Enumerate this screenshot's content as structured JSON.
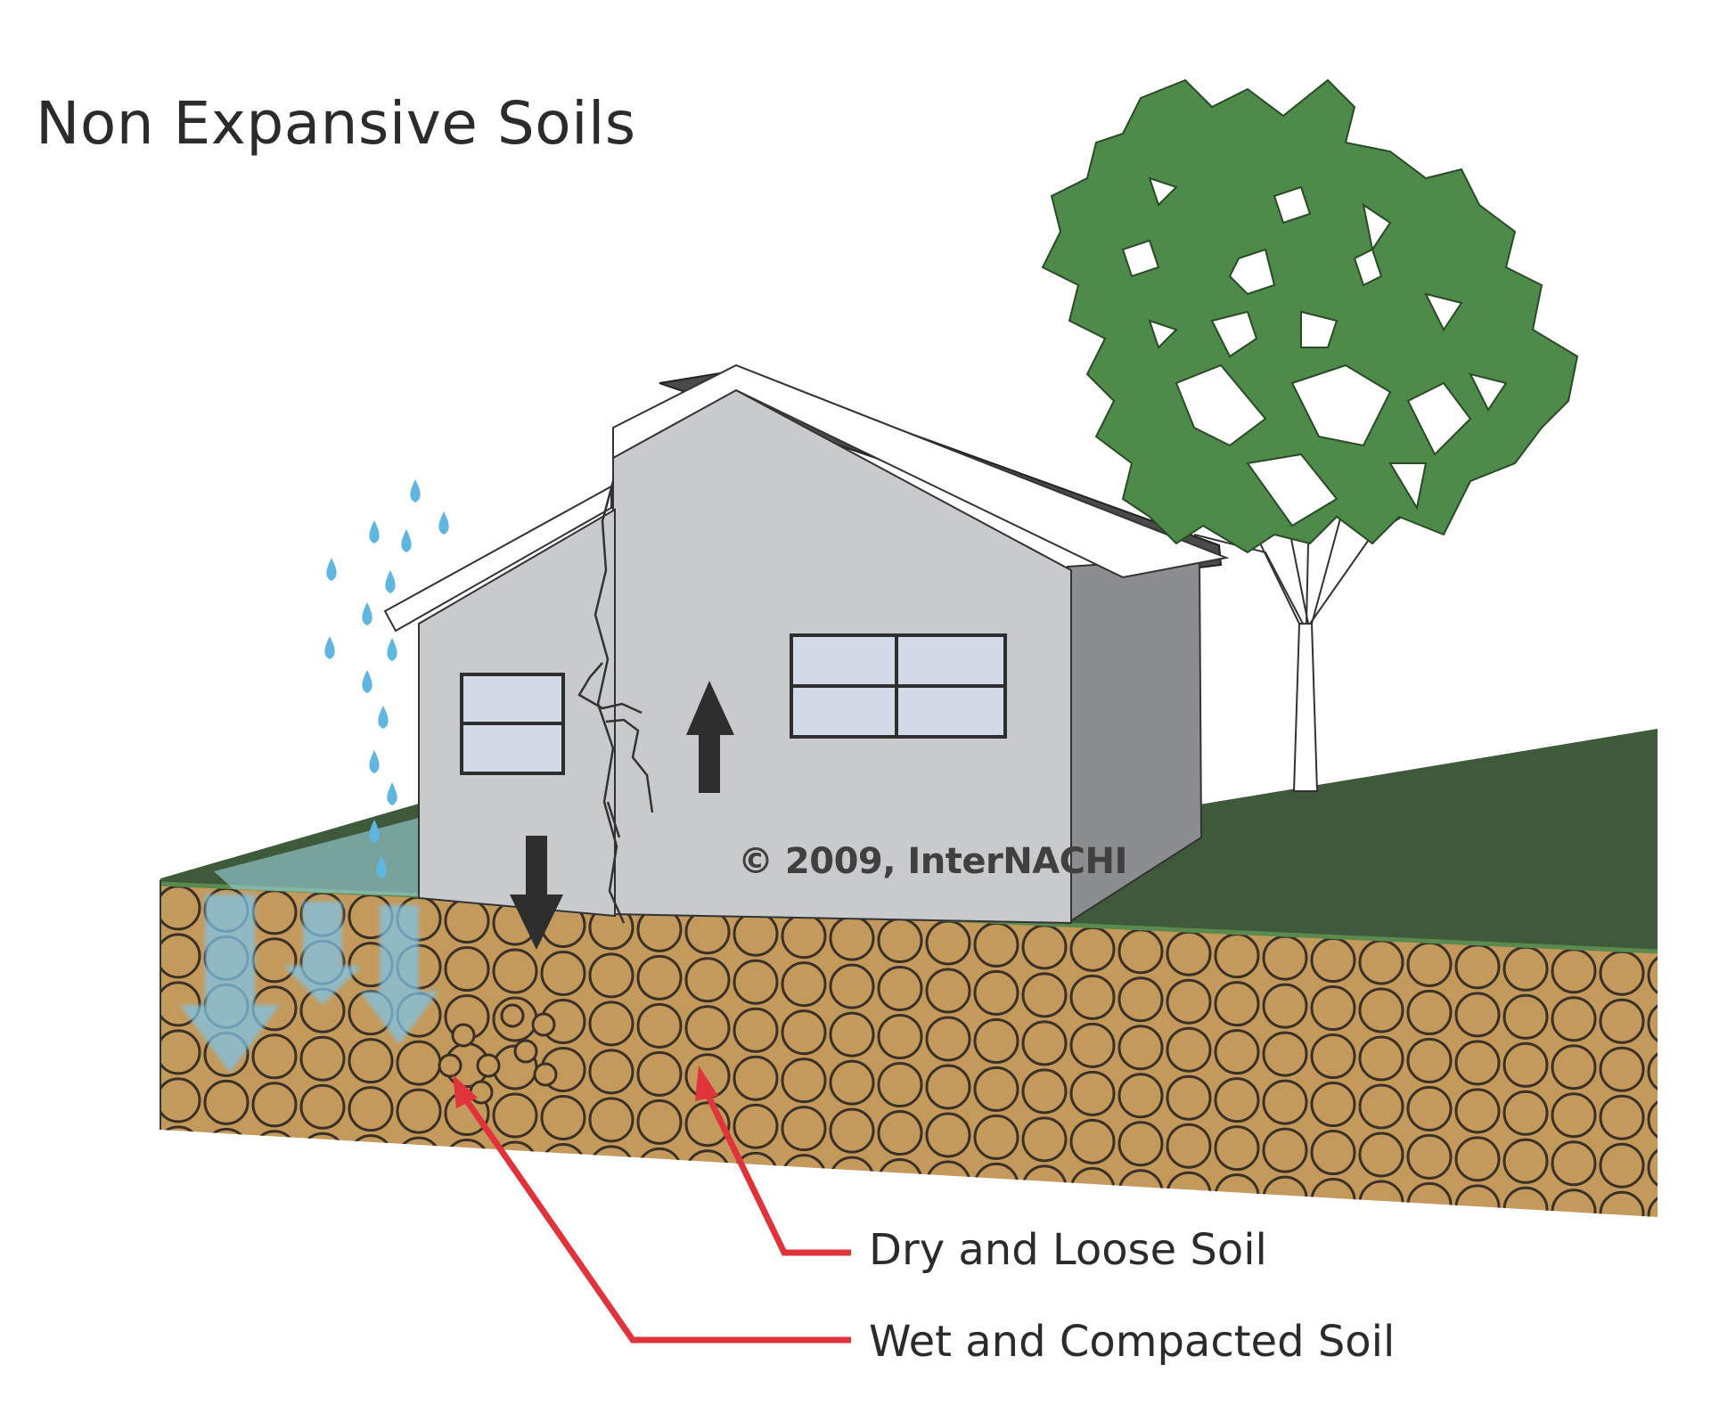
{
  "title": "Non Expansive Soils",
  "labels": {
    "dry_soil": "Dry and Loose Soil",
    "wet_soil": "Wet and Compacted Soil"
  },
  "copyright": "© 2009, InterNACHI",
  "colors": {
    "callout_arrow": "#e0333b",
    "soil": "#c49a5c",
    "soil_outline": "#3b3026",
    "grass": "#3f5a3a",
    "house_wall": "#c9cacb",
    "house_side": "#8c8d8e",
    "roof": "#4a4a4a",
    "window": "#d3dbe9",
    "tree_foliage": "#4e8a4a",
    "water": "#7fc3e6",
    "movement_arrow": "#2e2e2e"
  },
  "icons": [
    "rain-drop-icon",
    "water-seepage-arrow-icon",
    "movement-up-arrow-icon",
    "movement-down-arrow-icon",
    "callout-arrow-icon"
  ]
}
